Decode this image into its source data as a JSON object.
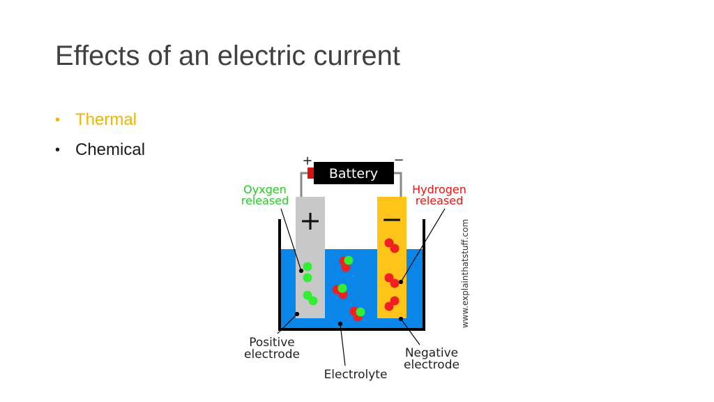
{
  "slide": {
    "title": "Effects of an electric current",
    "bullets": [
      {
        "label": "Thermal",
        "color": "#f0b400"
      },
      {
        "label": "Chemical",
        "color": "#1a1a1a"
      }
    ]
  },
  "diagram": {
    "battery_label": "Battery",
    "plus_terminal": "+",
    "minus_terminal": "−",
    "positive_sign": "+",
    "negative_sign": "−",
    "oxygen_label_line1": "Oyxgen",
    "oxygen_label_line2": "released",
    "hydrogen_label_line1": "Hydrogen",
    "hydrogen_label_line2": "released",
    "positive_label_line1": "Positive",
    "positive_label_line2": "electrode",
    "negative_label_line1": "Negative",
    "negative_label_line2": "electrode",
    "electrolyte_label": "Electrolyte",
    "watermark": "www.explainthatstuff.com",
    "colors": {
      "electrolyte": "#0a86e8",
      "positive_electrode": "#c8c8c8",
      "negative_electrode": "#ffc41a",
      "oxygen": "#33ee33",
      "hydrogen": "#ee2020",
      "battery": "#000000",
      "oxygen_text": "#22cc22",
      "hydrogen_text": "#ee1111"
    }
  }
}
